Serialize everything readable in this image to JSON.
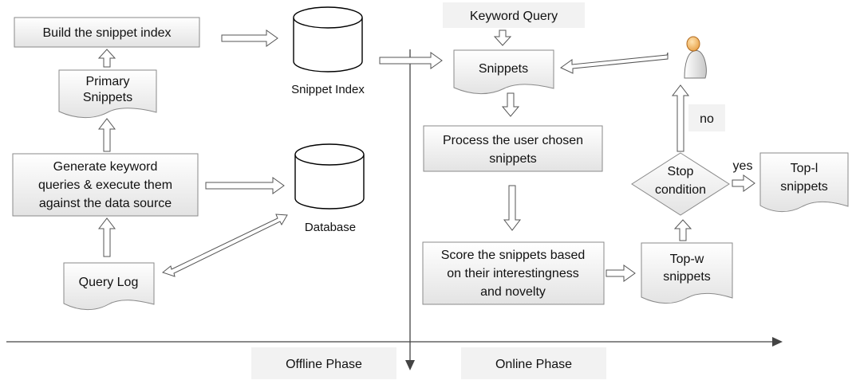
{
  "nodes": {
    "build_index": "Build the snippet index",
    "primary_snippets": [
      "Primary",
      "Snippets"
    ],
    "generate_queries": [
      "Generate keyword",
      "queries & execute them",
      "against the data source"
    ],
    "query_log": "Query Log",
    "snippet_index": "Snippet Index",
    "database": "Database",
    "keyword_query": "Keyword Query",
    "snippets": "Snippets",
    "process_chosen": [
      "Process the user chosen",
      "snippets"
    ],
    "score_snippets": [
      "Score the snippets based",
      "on their interestingness",
      "and novelty"
    ],
    "topw_snippets": [
      "Top-w",
      "snippets"
    ],
    "stop_condition": [
      "Stop",
      "condition"
    ],
    "topl_snippets": [
      "Top-l",
      "snippets"
    ],
    "user_icon": "user-icon"
  },
  "edge_labels": {
    "no": "no",
    "yes": "yes"
  },
  "phases": {
    "offline": "Offline Phase",
    "online": "Online Phase"
  }
}
